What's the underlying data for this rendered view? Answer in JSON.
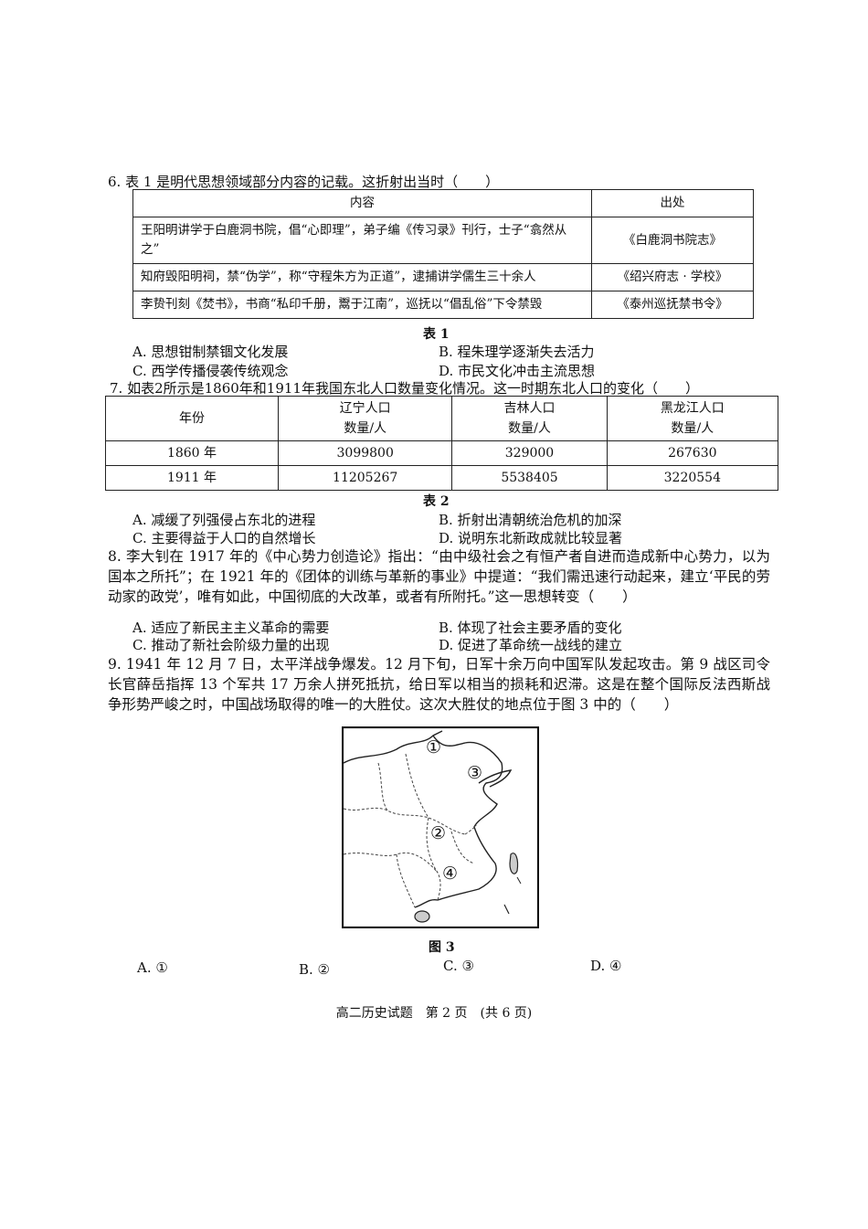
{
  "q6": {
    "stem": "6. 表 1 是明代思想领域部分内容的记载。这折射出当时（　　）",
    "table": {
      "headers": [
        "内容",
        "出处"
      ],
      "rows": [
        {
          "content": "王阳明讲学于白鹿洞书院，倡“心即理”，弟子编《传习录》刊行，士子“翕然从之”",
          "source": "《白鹿洞书院志》"
        },
        {
          "content": "知府毁阳明祠，禁“伪学”，称“守程朱方为正道”，逮捕讲学儒生三十余人",
          "source": "《绍兴府志 · 学校》"
        },
        {
          "content": "李贽刊刻《焚书》，书商“私印千册，鬻于江南”，巡抚以“倡乱俗”下令禁毁",
          "source": "《泰州巡抚禁书令》"
        }
      ],
      "caption": "表 1"
    },
    "options": {
      "A": "A. 思想钳制禁锢文化发展",
      "B": "B. 程朱理学逐渐失去活力",
      "C": "C. 西学传播侵袭传统观念",
      "D": "D. 市民文化冲击主流思想"
    }
  },
  "q7": {
    "stem": "7. 如表2所示是1860年和1911年我国东北人口数量变化情况。这一时期东北人口的变化（　　）",
    "table": {
      "header_year": "年份",
      "headers": [
        {
          "l1": "辽宁人口",
          "l2": "数量/人"
        },
        {
          "l1": "吉林人口",
          "l2": "数量/人"
        },
        {
          "l1": "黑龙江人口",
          "l2": "数量/人"
        }
      ],
      "rows": [
        {
          "year": "1860 年",
          "liaoning": "3099800",
          "jilin": "329000",
          "heilongjiang": "267630"
        },
        {
          "year": "1911 年",
          "liaoning": "11205267",
          "jilin": "5538405",
          "heilongjiang": "3220554"
        }
      ],
      "caption": "表 2"
    },
    "options": {
      "A": "A. 减缓了列强侵占东北的进程",
      "B": "B. 折射出清朝统治危机的加深",
      "C": "C. 主要得益于人口的自然增长",
      "D": "D. 说明东北新政成就比较显著"
    }
  },
  "q8": {
    "stem": "8. 李大钊在 1917 年的《中心势力创造论》指出：“由中级社会之有恒产者自进而造成新中心势力，以为国本之所托”；在 1921 年的《团体的训练与革新的事业》中提道：“我们需迅速行动起来，建立‘平民的劳动家的政党’，唯有如此，中国彻底的大改革，或者有所附托。”这一思想转变（　　）",
    "options": {
      "A": "A. 适应了新民主主义革命的需要",
      "B": "B. 体现了社会主要矛盾的变化",
      "C": "C. 推动了新社会阶级力量的出现",
      "D": "D. 促进了革命统一战线的建立"
    }
  },
  "q9": {
    "stem": "9. 1941 年 12 月 7 日，太平洋战争爆发。12 月下旬，日军十余万向中国军队发起攻击。第 9 战区司令长官薛岳指挥 13 个军共 17 万余人拼死抵抗，给日军以相当的损耗和迟滞。这是在整个国际反法西斯战争形势严峻之时，中国战场取得的唯一的大胜仗。这次大胜仗的地点位于图 3 中的（　　）",
    "map_markers": [
      "①",
      "②",
      "③",
      "④"
    ],
    "caption": "图 3",
    "options": {
      "A": "A. ①",
      "B": "B. ②",
      "C": "C. ③",
      "D": "D. ④"
    }
  },
  "footer": "高二历史试题　第 2 页　(共 6 页)"
}
